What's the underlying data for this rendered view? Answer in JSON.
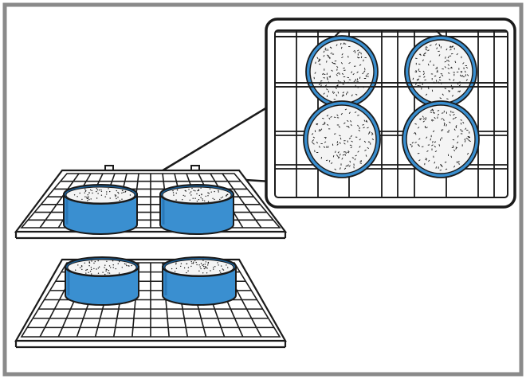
{
  "figure": {
    "subject": "two-oven-racks-with-four-round-cake-pans",
    "racks": 2,
    "pans_per_rack": 2,
    "inset_pans": 4
  },
  "colors": {
    "frame": "#8a8a8a",
    "line": "#1a1a1a",
    "pan_fill": "#3a8fd0",
    "pan_rim": "#1c5f96",
    "pan_shadow": "#2a78b8",
    "batter": "#f4f4f4",
    "inset_rim": "#3a8fd0",
    "background": "#ffffff"
  },
  "icons": {
    "pan": "round-cake-pan-icon",
    "rack": "oven-rack-icon"
  }
}
